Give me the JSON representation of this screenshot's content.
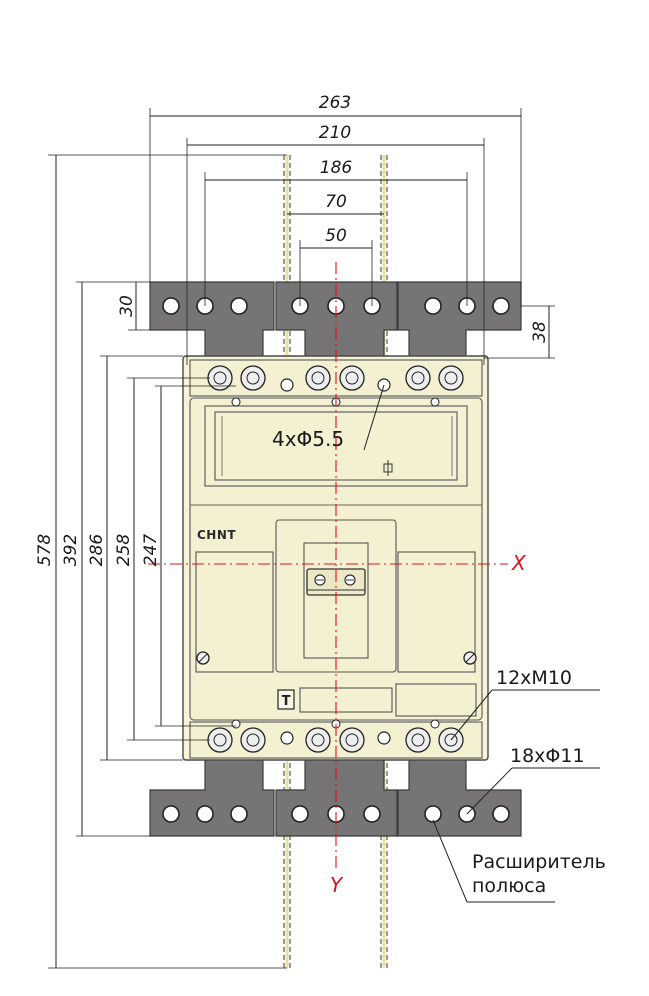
{
  "dimensions": {
    "width_263": "263",
    "width_210": "210",
    "width_186": "186",
    "width_70": "70",
    "width_50": "50",
    "height_30": "30",
    "height_38": "38",
    "height_578": "578",
    "height_392": "392",
    "height_286": "286",
    "height_258": "258",
    "height_247": "247"
  },
  "annotations": {
    "mount_holes": "4xΦ5.5",
    "terminal_bolts": "12xM10",
    "extender_holes": "18xΦ11",
    "extender_line1": "Расширитель",
    "extender_line2": "полюса"
  },
  "axes": {
    "x": "X",
    "y": "Y"
  },
  "device": {
    "brand": "CHNT",
    "test_button": "T"
  },
  "colors": {
    "bar": "#767474",
    "body": "#f6f3d6",
    "axis": "#e0101a"
  }
}
